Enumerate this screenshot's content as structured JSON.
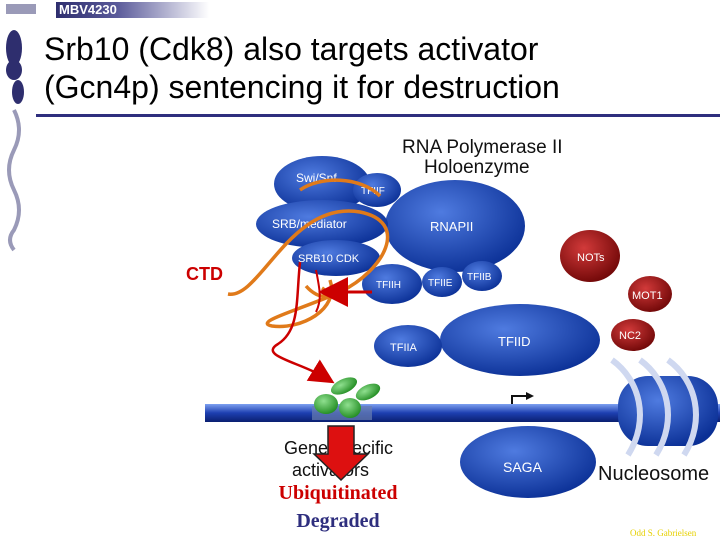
{
  "header": {
    "course_code": "MBV4230"
  },
  "slide": {
    "title_line1": "Srb10 (Cdk8) also targets activator",
    "title_line2": "(Gcn4p) sentencing it for destruction"
  },
  "diagram": {
    "heading_line1": "RNA Polymerase II",
    "heading_line2": "Holoenzyme",
    "labels": {
      "swi_snf": "Swi/Snf",
      "tfiif": "TFIIF",
      "srb_mediator": "SRB/mediator",
      "rnapii": "RNAPII",
      "srb10_cdk": "SRB10 CDK",
      "tfiih": "TFIIH",
      "tfiie": "TFIIE",
      "tfiib": "TFIIB",
      "nots": "NOTs",
      "mot1": "MOT1",
      "nc2": "NC2",
      "tfiia": "TFIIA",
      "tfiid": "TFIID",
      "saga": "SAGA",
      "nucleosome": "Nucleosome",
      "gene_specific_line1": "Gene specific",
      "gene_specific_line2": "activators"
    },
    "ctd_label": "CTD",
    "ubiquitinated_label": "Ubiquitinated",
    "degraded_label": "Degraded"
  },
  "footer": {
    "credit": "Odd S. Gabrielsen"
  },
  "colors": {
    "accent_blue": "#0b3aa8",
    "dark_red": "#8a0a0a",
    "annotation_red": "#cc0000",
    "orange": "#e07a1a",
    "green": "#2fa82f"
  }
}
